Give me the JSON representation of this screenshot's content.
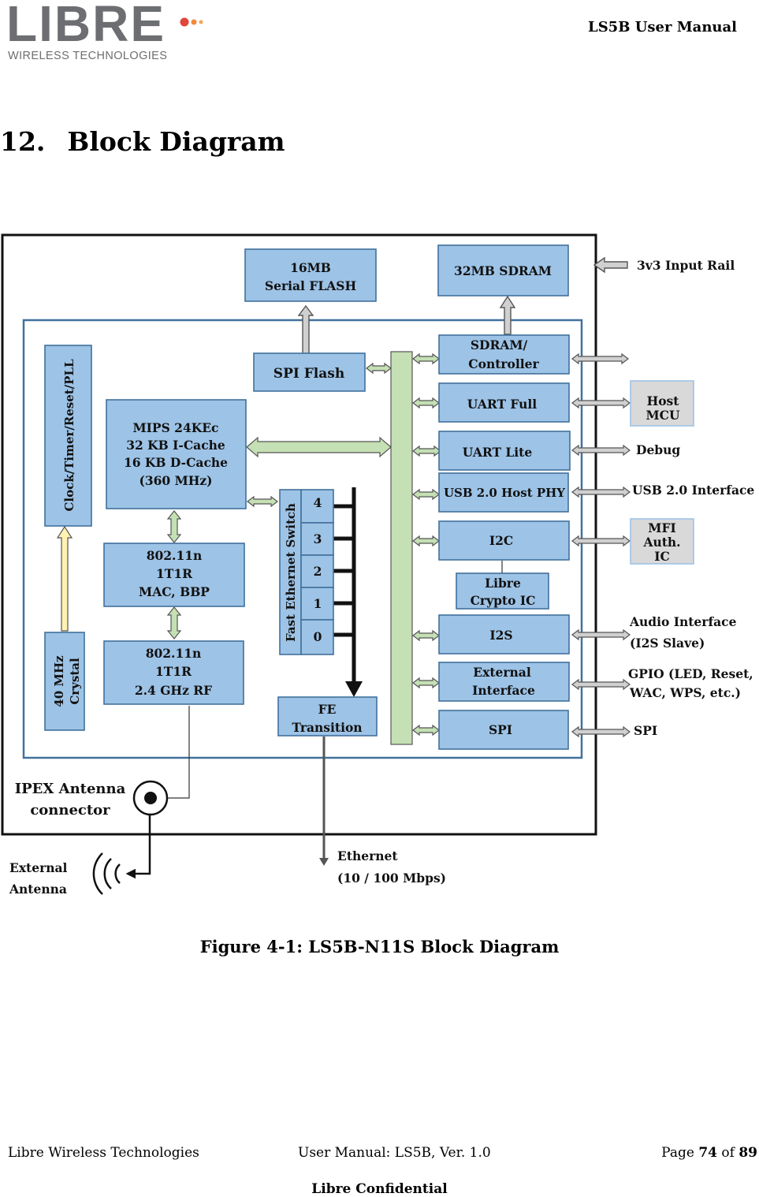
{
  "header": {
    "logo_text": "LIBRE",
    "logo_sub": "WIRELESS TECHNOLOGIES",
    "doc_title": "LS5B User Manual"
  },
  "section": {
    "number": "12.",
    "title": "Block Diagram"
  },
  "diagram": {
    "blocks": {
      "serial_flash_1": "16MB",
      "serial_flash_2": "Serial FLASH",
      "sdram_mem": "32MB SDRAM",
      "input_rail": "3v3 Input Rail",
      "clock": "Clock/Timer/Reset/PLL",
      "spi_flash": "SPI Flash",
      "mips_1": "MIPS 24KEc",
      "mips_2": "32 KB I-Cache",
      "mips_3": "16 KB D-Cache",
      "mips_4": "(360 MHz)",
      "mac_1": "802.11n",
      "mac_2": "1T1R",
      "mac_3": "MAC, BBP",
      "rf_1": "802.11n",
      "rf_2": "1T1R",
      "rf_3": "2.4 GHz RF",
      "crystal_1": "40 MHz",
      "crystal_2": "Crystal",
      "fe_switch": "Fast Ethernet Switch",
      "ports": [
        "4",
        "3",
        "2",
        "1",
        "0"
      ],
      "fe_trans_1": "FE",
      "fe_trans_2": "Transition",
      "sdram_ctrl_1": "SDRAM/",
      "sdram_ctrl_2": "Controller",
      "uart_full": "UART  Full",
      "uart_lite": "UART  Lite",
      "usb_phy": "USB 2.0 Host  PHY",
      "i2c": "I2C",
      "crypto_1": "Libre",
      "crypto_2": "Crypto IC",
      "i2s": "I2S",
      "ext_if_1": "External",
      "ext_if_2": "Interface",
      "spi": "SPI",
      "host_1": "Host",
      "host_2": "MCU",
      "mfi_1": "MFI",
      "mfi_2": "Auth.",
      "mfi_3": "IC",
      "debug": "Debug",
      "usb_if": "USB 2.0 Interface",
      "audio_1": "Audio Interface",
      "audio_2": "(I2S Slave)",
      "gpio_1": "GPIO (LED, Reset,",
      "gpio_2": "WAC, WPS, etc.)",
      "spi_ext": "SPI",
      "ipex_1": "IPEX Antenna",
      "ipex_2": "connector",
      "ext_ant_1": "External",
      "ext_ant_2": "Antenna",
      "eth_1": "Ethernet",
      "eth_2": "(10 / 100 Mbps)"
    },
    "colors": {
      "block_fill": "#9dc3e6",
      "block_stroke": "#41719c",
      "bus_fill": "#c5e0b4",
      "ext_fill": "#d9d9d9",
      "crystal_arrow": "#fff2b2"
    }
  },
  "caption": "Figure 4-1: LS5B-N11S Block Diagram",
  "footer": {
    "left": "Libre Wireless Technologies",
    "center": "User Manual: LS5B, Ver. 1.0",
    "page_prefix": "Page ",
    "page_num": "74",
    "page_of": " of ",
    "page_total": "89",
    "confidential": "Libre Confidential"
  }
}
